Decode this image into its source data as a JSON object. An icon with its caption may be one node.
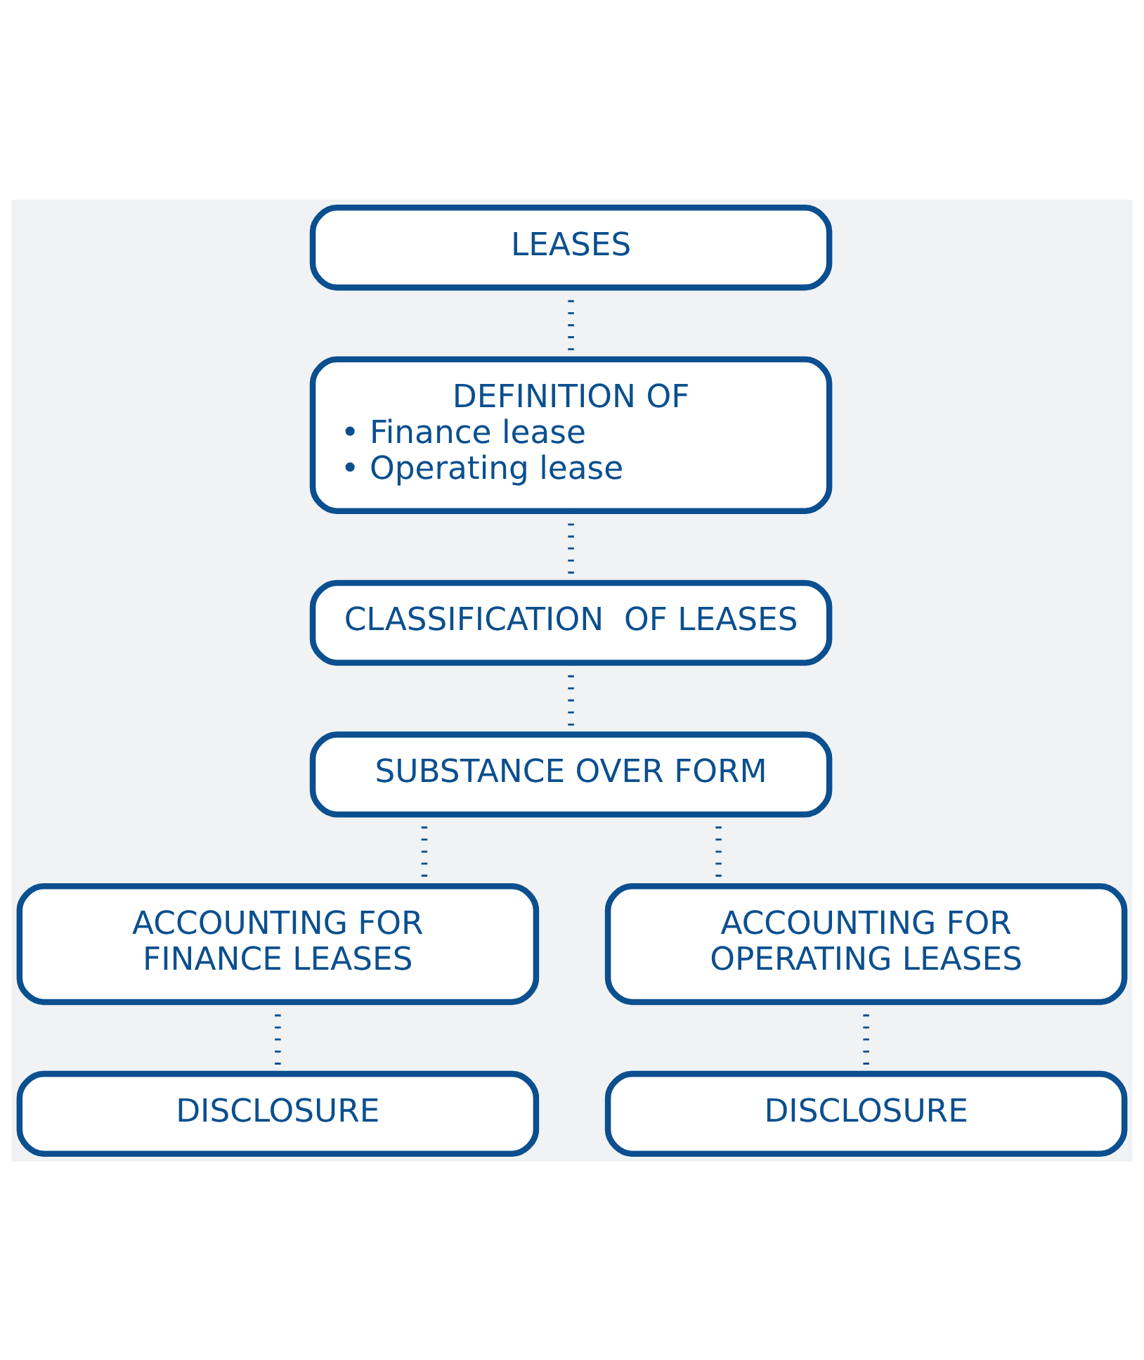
{
  "diagram": {
    "nodes": [
      {
        "text": [
          "LEASES"
        ]
      },
      {
        "text": [
          "DEFINITION OF",
          "• Finance lease",
          "• Operating lease"
        ]
      },
      {
        "text": [
          "CLASSIFICATION  OF LEASES"
        ]
      },
      {
        "text": [
          "SUBSTANCE OVER FORM"
        ]
      },
      {
        "text": [
          "ACCOUNTING FOR FINANCE LEASES"
        ]
      },
      {
        "text": [
          "ACCOUNTING FOR OPERATING LEASES"
        ]
      },
      {
        "text": [
          "DISCLOSURE"
        ]
      },
      {
        "text": [
          "DISCLOSURE"
        ]
      }
    ],
    "edges": [
      {
        "from": 0,
        "to": 1,
        "arrow": "none"
      },
      {
        "from": 1,
        "to": 2,
        "arrow": "none"
      },
      {
        "from": 2,
        "to": 3,
        "arrow": "none"
      },
      {
        "from": 3,
        "to": 4,
        "arrow": "none"
      },
      {
        "from": 3,
        "to": 5,
        "arrow": "none"
      },
      {
        "from": 4,
        "to": 6,
        "arrow": "none"
      },
      {
        "from": 5,
        "to": 7,
        "arrow": "none"
      }
    ]
  }
}
